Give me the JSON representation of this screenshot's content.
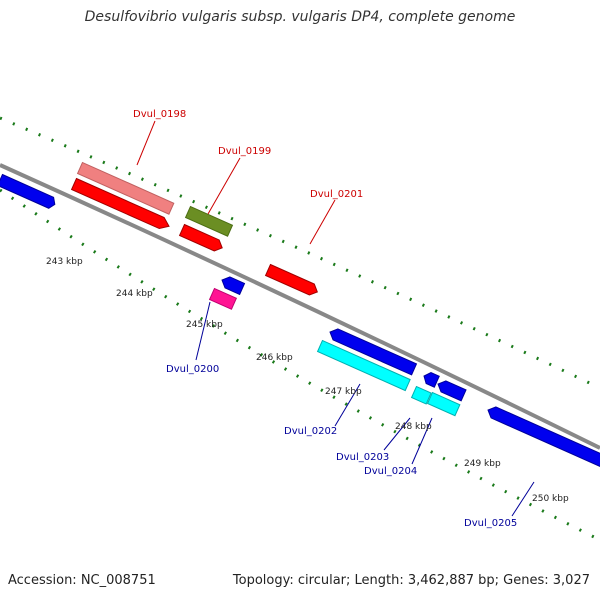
{
  "title": "Desulfovibrio vulgaris subsp. vulgaris DP4, complete genome",
  "footer": {
    "accession": "Accession: NC_008751",
    "summary": "Topology: circular; Length: 3,462,887 bp; Genes: 3,027"
  },
  "ticks": [
    "243 kbp",
    "244 kbp",
    "245 kbp",
    "246 kbp",
    "247 kbp",
    "248 kbp",
    "249 kbp",
    "250 kbp"
  ],
  "genes": {
    "Dvul_0198": "Dvul_0198",
    "Dvul_0199": "Dvul_0199",
    "Dvul_0200": "Dvul_0200",
    "Dvul_0201": "Dvul_0201",
    "Dvul_0202": "Dvul_0202",
    "Dvul_0203": "Dvul_0203",
    "Dvul_0204": "Dvul_0204",
    "Dvul_0205": "Dvul_0205"
  },
  "colors": {
    "forward_cds": "#ff0000",
    "forward_label": "#cc0000",
    "reverse_cds": "#0000ee",
    "reverse_label": "#000099",
    "salmon": "#f08080",
    "olive": "#6b8e23",
    "magenta": "#ff1493",
    "cyan": "#00ffff",
    "backbone": "#888888",
    "gc_dots": "#1a7a1a"
  }
}
